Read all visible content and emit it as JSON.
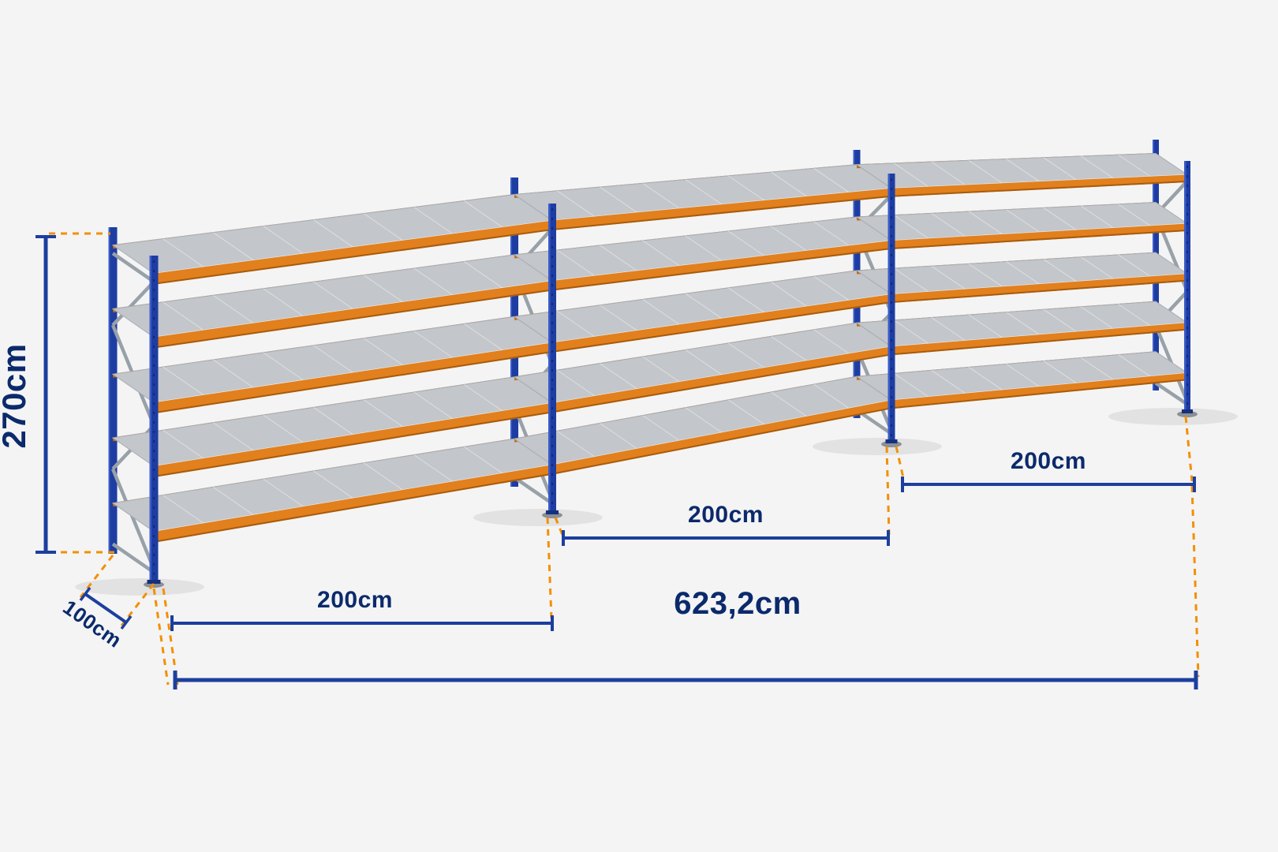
{
  "dimensions": {
    "height_label": "270cm",
    "depth_label": "100cm",
    "bay1_label": "200cm",
    "bay2_label": "200cm",
    "bay3_label": "200cm",
    "total_label": "623,2cm"
  },
  "structure": {
    "bays": 3,
    "shelf_levels": 5
  },
  "colors": {
    "background": "#f4f4f5",
    "dimension_line_blue": "#1c3f9e",
    "dimension_text_navy": "#0b2a6b",
    "extension_dash_orange": "#f39000",
    "upright_blue": "#1d3da3",
    "upright_highlight": "#3a5cc8",
    "beam_orange": "#e2801d",
    "beam_shadow": "#a85c0d",
    "shelf_gray": "#c3c6ca",
    "brace_gray": "#98a1a8"
  }
}
